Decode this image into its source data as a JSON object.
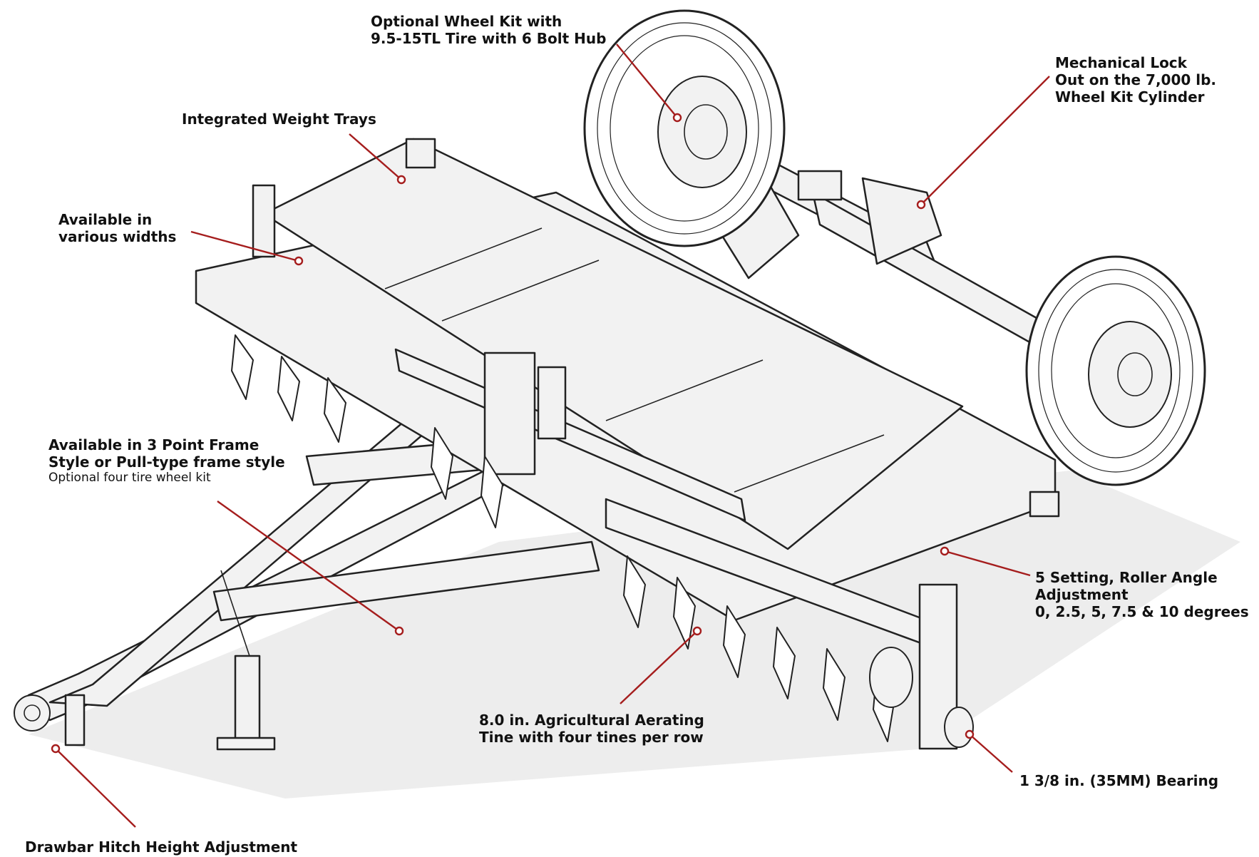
{
  "colors": {
    "leader": "#a51d1d",
    "line_art": "#222222",
    "background": "#ffffff"
  },
  "illustration": {
    "icon": "aerator-implement-line-drawing"
  },
  "callouts": {
    "wheel_kit": {
      "lines": [
        "Optional Wheel Kit with",
        "9.5-15TL Tire with 6 Bolt Hub"
      ]
    },
    "mechanical_lock": {
      "lines": [
        "Mechanical Lock",
        "Out on the 7,000 lb.",
        "Wheel Kit Cylinder"
      ]
    },
    "weight_trays": {
      "lines": [
        "Integrated Weight Trays"
      ]
    },
    "widths": {
      "lines": [
        "Available in",
        "various widths"
      ]
    },
    "frame_style": {
      "lines": [
        "Available in 3 Point Frame",
        "Style or Pull-type frame style"
      ],
      "note": "Optional four tire wheel kit"
    },
    "roller_angle": {
      "lines": [
        "5 Setting, Roller Angle",
        "Adjustment",
        "0,  2.5, 5, 7.5 & 10 degrees"
      ]
    },
    "tine": {
      "lines": [
        "8.0 in. Agricultural Aerating",
        "Tine with four tines per row"
      ]
    },
    "bearing": {
      "lines": [
        "1 3/8 in. (35MM) Bearing"
      ]
    },
    "hitch": {
      "lines": [
        "Drawbar Hitch Height Adjustment"
      ]
    }
  }
}
